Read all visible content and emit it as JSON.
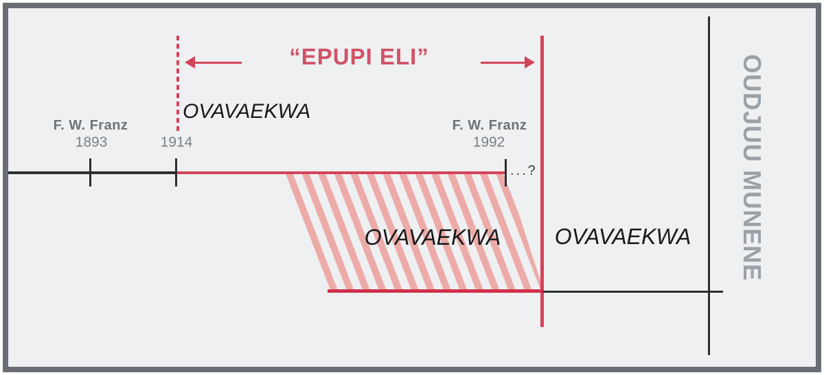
{
  "diagram": {
    "era_label": "“EPUPI ELI”",
    "generation_label_upper": "OVAVAEKWA",
    "generation_label_overlap": "OVAVAEKWA",
    "generation_label_current": "OVAVAEKWA",
    "side_label": "OUDJUU MUNENE",
    "continuation": "...?",
    "events": {
      "franz_birth": {
        "name": "F. W. Franz",
        "year": "1893"
      },
      "era_start": {
        "year": "1914"
      },
      "franz_death": {
        "name": "F. W. Franz",
        "year": "1992"
      }
    },
    "colors": {
      "accent_red": "#d3445a",
      "era_text_red": "#d15266",
      "hatch_pink": "#edaba8",
      "line_black": "#2b2e31",
      "event_label_gray": "#6d7378",
      "year_gray": "#7b8187",
      "side_label_gray": "#9aa1a8",
      "frame_border_gray": "#696e74",
      "background_gray": "#eef0f2"
    }
  }
}
